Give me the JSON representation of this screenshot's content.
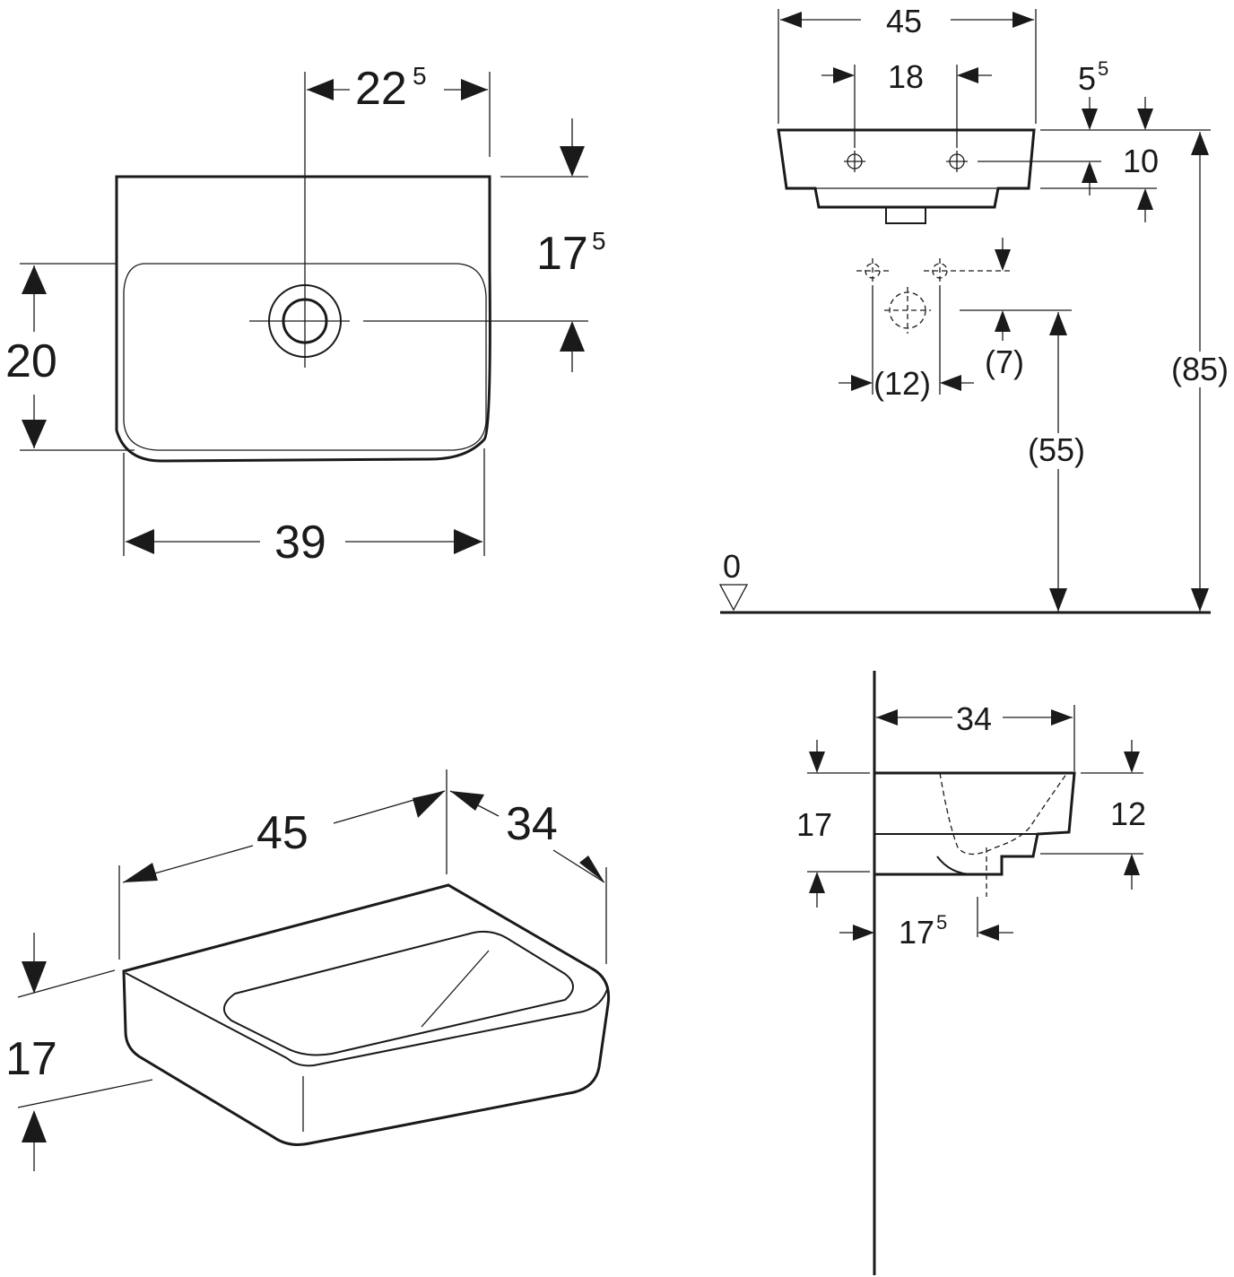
{
  "top_view": {
    "tap_offset": {
      "main": "22",
      "sup": "5"
    },
    "tap_from_back": {
      "main": "17",
      "sup": "5"
    },
    "bowl_depth": "20",
    "bowl_width": "39"
  },
  "front_view": {
    "overall_width": "45",
    "tap_holes_spacing": "18",
    "rim_offset": {
      "main": "5",
      "sup": "5"
    },
    "rim_height": "10",
    "wall_hole_spacing": "(12)",
    "wall_hole_offset": "(7)",
    "drain_height": "(55)",
    "rim_height_floor": "(85)",
    "floor_level": "0"
  },
  "perspective_view": {
    "width": "45",
    "depth": "34",
    "height": "17"
  },
  "side_view": {
    "depth": "34",
    "height": "17",
    "inner_height": "12",
    "drain_offset": {
      "main": "17",
      "sup": "5"
    }
  }
}
